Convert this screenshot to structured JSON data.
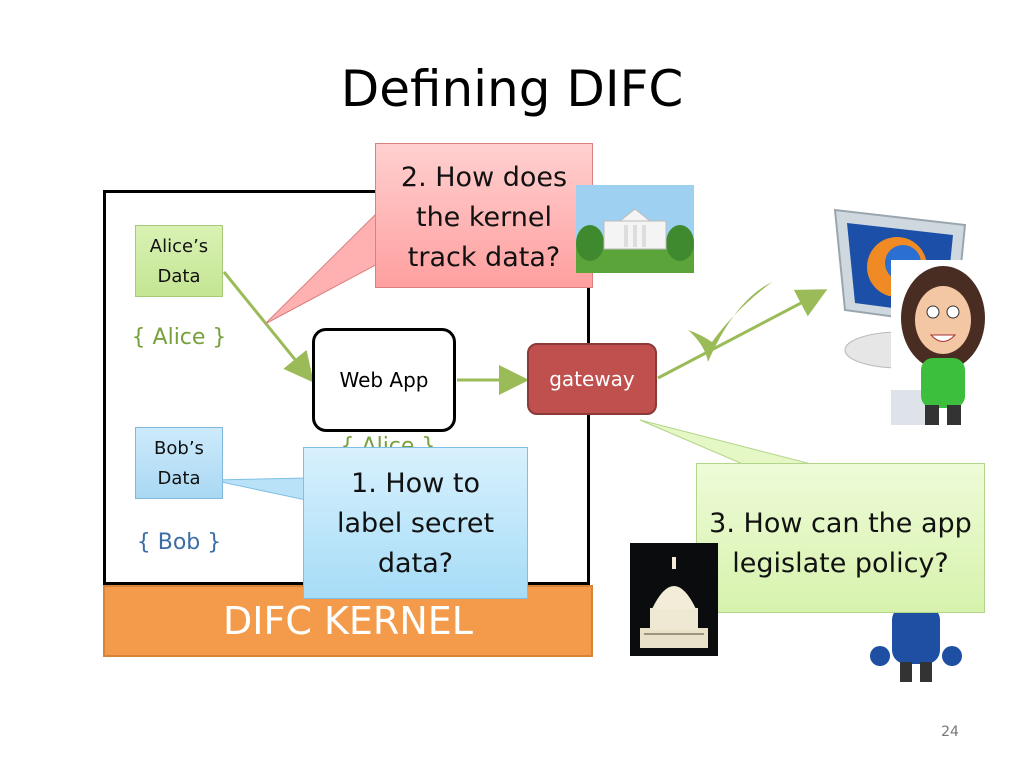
{
  "slide": {
    "title": "Defining DIFC",
    "page_number": "24"
  },
  "kernel": {
    "label": "DIFC KERNEL"
  },
  "notes": {
    "alice": {
      "text": "Alice’s\nData",
      "label": "{ Alice }"
    },
    "bob": {
      "text": "Bob’s\nData",
      "label": "{ Bob }"
    }
  },
  "nodes": {
    "webapp": "Web App",
    "webapp_label_partial": "{ Alice }",
    "gateway": "gateway"
  },
  "callouts": {
    "one": "1. How to\nlabel secret\ndata?",
    "two": "2. How does\nthe kernel\ntrack data?",
    "three": "3. How can the app\nlegislate policy?"
  },
  "colors": {
    "kernel_band": "#f39b4b",
    "gateway": "#c0504d",
    "alice_label": "#77a13d",
    "bob_label": "#3b6ea5",
    "arrow": "#9bbb59"
  },
  "icons": [
    "white-house-icon",
    "capitol-icon",
    "monitor-firefox-icon",
    "avatar-alice-icon",
    "avatar-bob-icon",
    "checkmark-icon"
  ]
}
